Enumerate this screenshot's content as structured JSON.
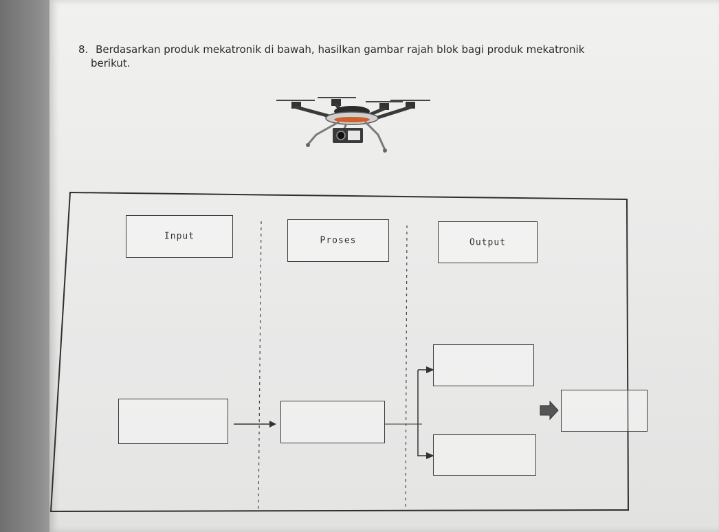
{
  "question": {
    "number": "8.",
    "line1": "Berdasarkan produk mekatronik di bawah, hasilkan gambar rajah blok bagi produk mekatronik",
    "line2": "berikut."
  },
  "illustration": {
    "icon": "drone-icon"
  },
  "diagram": {
    "headers": {
      "input": "Input",
      "process": "Proses",
      "output": "Output"
    }
  },
  "colors": {
    "paper": "#ececea",
    "ink": "#2a2a2a",
    "arrow_fill": "#555555"
  }
}
